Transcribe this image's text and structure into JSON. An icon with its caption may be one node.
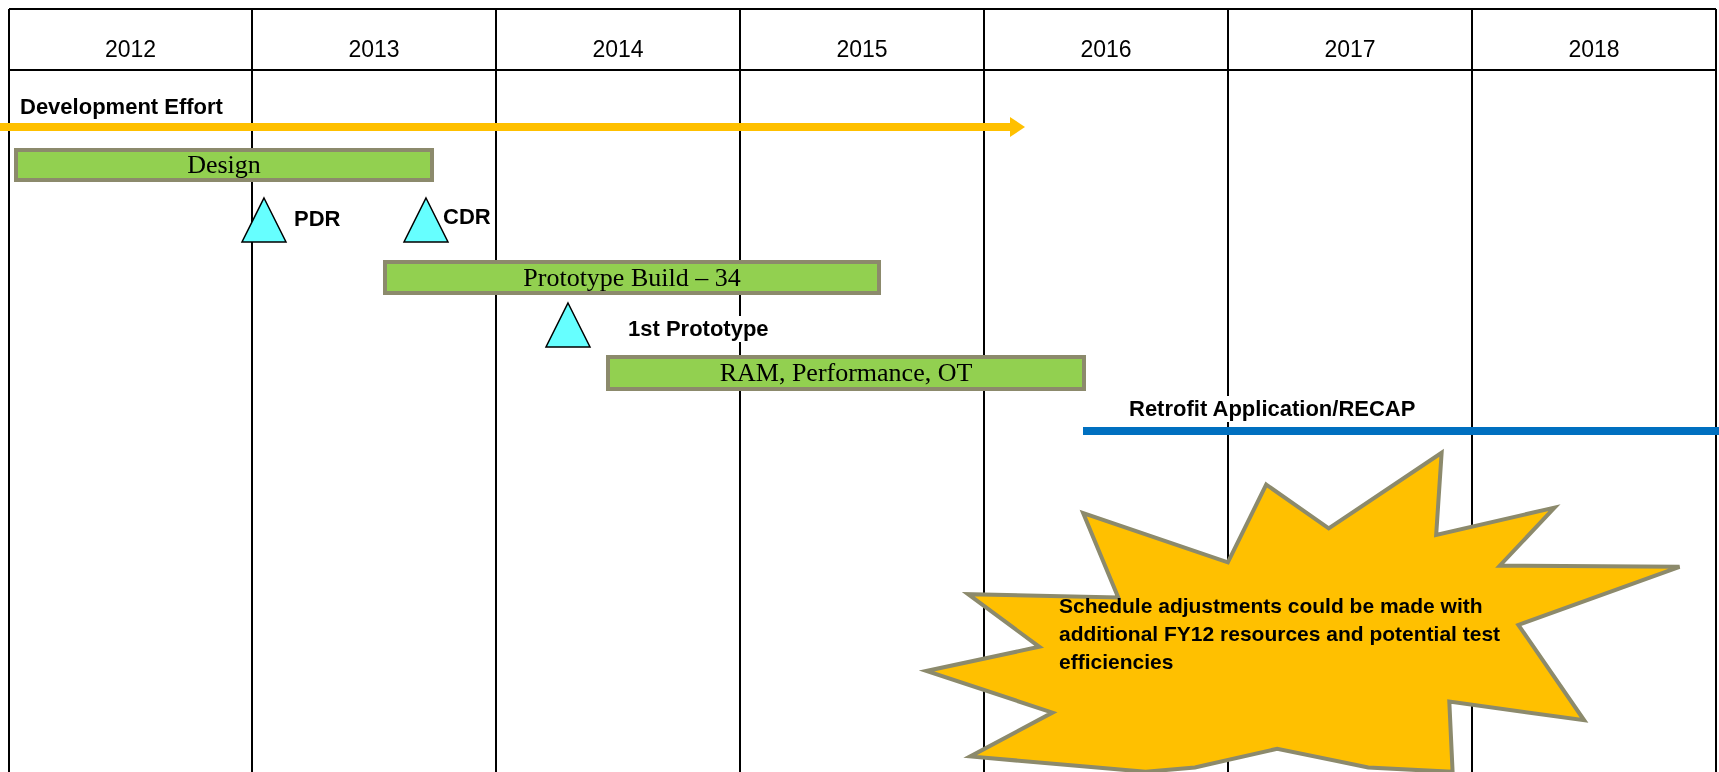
{
  "diagram": {
    "nodes": [
      {
        "text": [
          "Design"
        ]
      },
      {
        "text": [],
        "shape": "triangle",
        "beside": [
          "PDR"
        ]
      },
      {
        "text": [],
        "shape": "triangle",
        "beside": [
          "CDR"
        ]
      },
      {
        "text": [
          "Prototype Build – 34"
        ]
      },
      {
        "text": [],
        "shape": "triangle"
      },
      {
        "text": [
          "RAM, Performance, OT"
        ]
      },
      {
        "text": [
          "Schedule adjustments could be made with additional FY12 resources and potential test efficiencies"
        ]
      }
    ],
    "labels": [
      "2012",
      "2013",
      "2014",
      "2015",
      "2016",
      "2017",
      "2018",
      "Development Effort",
      "1st Prototype",
      "Retrofit Application/RECAP"
    ]
  }
}
